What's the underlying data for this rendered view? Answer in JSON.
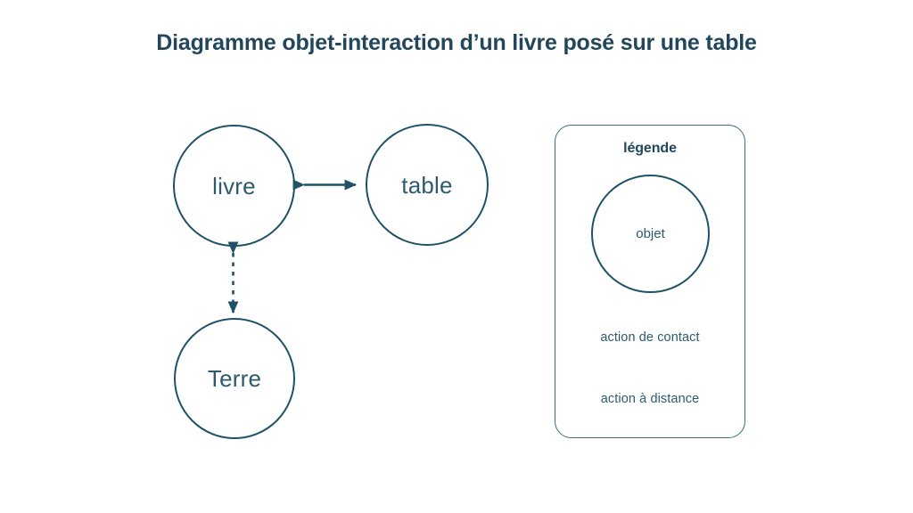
{
  "slide": {
    "title": "Diagramme objet-interaction d’un livre posé sur une table",
    "background_color": "#ffffff",
    "stroke_color": "#1f5266",
    "text_color": "#2d5b6e",
    "title_color": "#22475c",
    "legend_border_color": "#3e6c80"
  },
  "diagram": {
    "objects": [
      {
        "id": "livre",
        "label": "livre"
      },
      {
        "id": "table",
        "label": "table"
      },
      {
        "id": "terre",
        "label": "Terre"
      }
    ],
    "interactions": [
      {
        "id": "livre-table",
        "from": "livre",
        "to": "table",
        "kind": "action de contact",
        "style": "solid",
        "arrowheads": "both"
      },
      {
        "id": "livre-terre",
        "from": "livre",
        "to": "terre",
        "kind": "action à distance",
        "style": "dashed",
        "arrowheads": "both"
      }
    ]
  },
  "legend": {
    "title": "légende",
    "object_sample_label": "objet",
    "entries": [
      {
        "label": "action de contact",
        "style": "solid"
      },
      {
        "label": "action à distance",
        "style": "dashed"
      }
    ]
  }
}
